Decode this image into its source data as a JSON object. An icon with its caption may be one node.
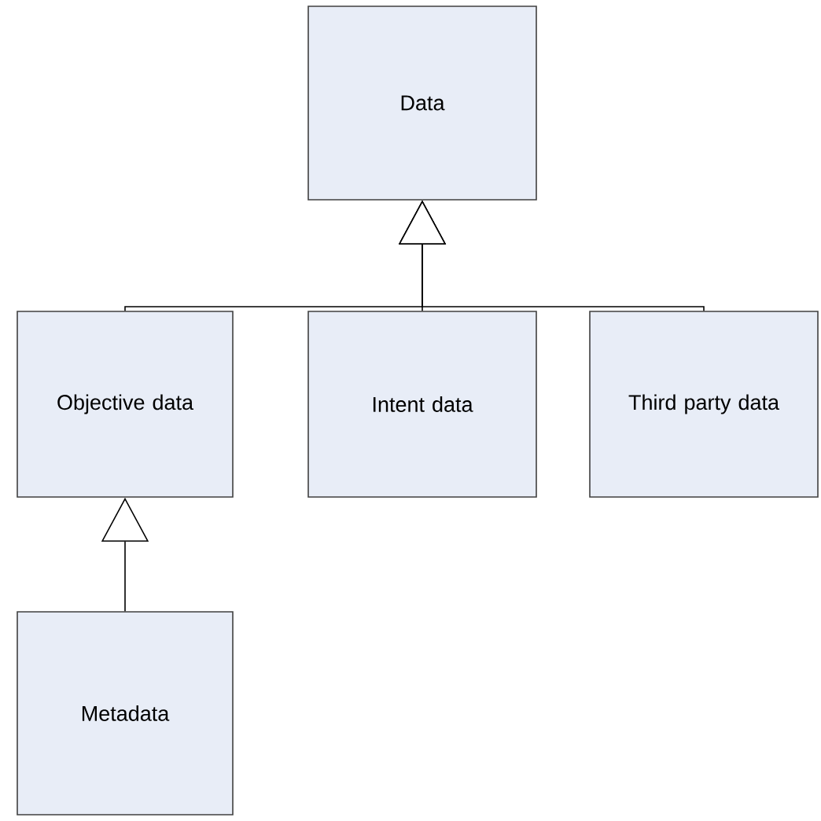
{
  "diagram": {
    "nodes": [
      {
        "text": [
          "Data"
        ]
      },
      {
        "text": [
          "Objective data"
        ]
      },
      {
        "text": [
          "Intent data"
        ]
      },
      {
        "text": [
          "Third party data"
        ]
      },
      {
        "text": [
          "Metadata"
        ]
      }
    ],
    "edges": [
      {
        "from": 1,
        "to": 0,
        "arrow": "to"
      },
      {
        "from": 2,
        "to": 0,
        "arrow": "to"
      },
      {
        "from": 3,
        "to": 0,
        "arrow": "to"
      },
      {
        "from": 4,
        "to": 1,
        "arrow": "to"
      }
    ]
  }
}
